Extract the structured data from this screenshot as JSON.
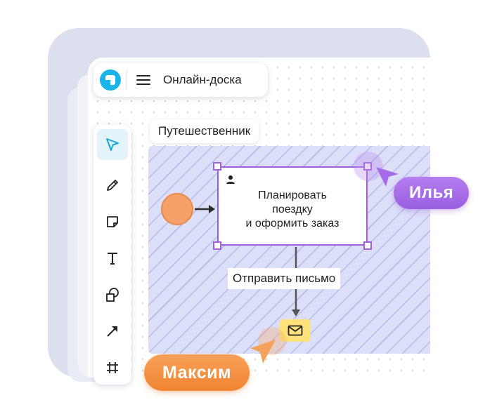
{
  "app": {
    "title": "Онлайн-доска",
    "logo_icon": "yandex-board-logo-icon",
    "menu_icon": "hamburger-menu-icon"
  },
  "toolbar": {
    "tools": [
      {
        "name": "select-tool",
        "icon": "cursor-arrow-icon",
        "active": true
      },
      {
        "name": "pencil-tool",
        "icon": "pencil-icon",
        "active": false
      },
      {
        "name": "sticky-note-tool",
        "icon": "sticky-note-icon",
        "active": false
      },
      {
        "name": "text-tool",
        "icon": "text-t-icon",
        "active": false
      },
      {
        "name": "shape-tool",
        "icon": "shapes-icon",
        "active": false
      },
      {
        "name": "arrow-tool",
        "icon": "arrow-icon",
        "active": false
      },
      {
        "name": "frame-tool",
        "icon": "hash-frame-icon",
        "active": false
      }
    ]
  },
  "diagram": {
    "lane_label": "Путешественник",
    "task_text": "Планировать\nпоездку\nи оформить заказ",
    "flow_label": "Отправить письмо",
    "task_icon": "person-icon",
    "message_icon": "envelope-icon"
  },
  "cursors": [
    {
      "user": "Илья",
      "color": "#a66be8"
    },
    {
      "user": "Максим",
      "color": "#f28d3c"
    }
  ],
  "colors": {
    "accent_purple": "#a35ee0",
    "lane_fill": "#dcdff8",
    "start_event": "#f6a06a",
    "message_event": "#ffe27a",
    "logo": "#1bb4e8"
  }
}
